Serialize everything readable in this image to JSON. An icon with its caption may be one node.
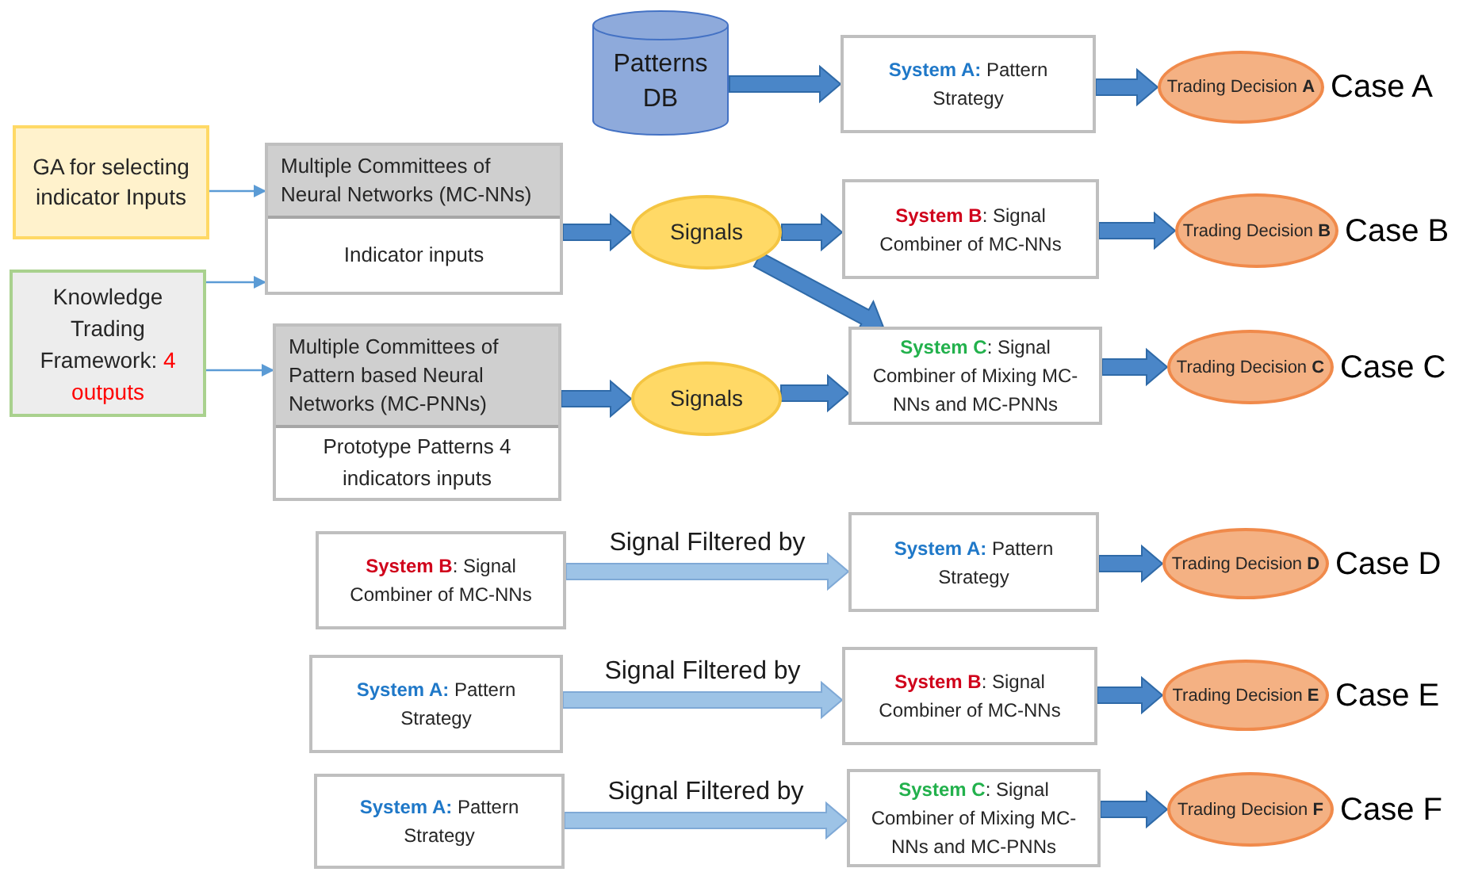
{
  "diagram": {
    "nodes": [
      {
        "text": [
          "GA for selecting indicator Inputs"
        ]
      },
      {
        "text": [
          "Knowledge Trading Framework: **4 outputs**"
        ]
      },
      {
        "text": [
          "Multiple Committees of Neural Networks (MC-NNs)",
          "Indicator inputs"
        ]
      },
      {
        "text": [
          "Multiple Committees of Pattern based Neural Networks (MC-PNNs)",
          "Prototype Patterns 4 indicators inputs"
        ]
      },
      {
        "text": [
          "Patterns DB"
        ]
      },
      {
        "text": [
          "Signals"
        ]
      },
      {
        "text": [
          "Signals"
        ]
      },
      {
        "text": [
          "**System A:** Pattern Strategy"
        ]
      },
      {
        "text": [
          "**System B**: Signal Combiner of MC-NNs"
        ]
      },
      {
        "text": [
          "**System C**: Signal Combiner of Mixing MC-NNs and MC-PNNs"
        ]
      },
      {
        "text": [
          "Trading Decision **A**"
        ],
        "beside": [
          "Case A"
        ]
      },
      {
        "text": [
          "Trading Decision **B**"
        ],
        "beside": [
          "Case B"
        ]
      },
      {
        "text": [
          "Trading Decision **C**"
        ],
        "beside": [
          "Case C"
        ]
      },
      {
        "text": [
          "**System B**: Signal Combiner of MC-NNs"
        ]
      },
      {
        "text": [
          "**System A:** Pattern Strategy"
        ]
      },
      {
        "text": [
          "Trading Decision **D**"
        ],
        "beside": [
          "Case D"
        ]
      },
      {
        "text": [
          "**System A:** Pattern Strategy"
        ]
      },
      {
        "text": [
          "**System B**: Signal Combiner of MC-NNs"
        ]
      },
      {
        "text": [
          "Trading Decision **E**"
        ],
        "beside": [
          "Case E"
        ]
      },
      {
        "text": [
          "**System A:** Pattern Strategy"
        ]
      },
      {
        "text": [
          "**System C**: Signal Combiner of Mixing MC-NNs and MC-PNNs"
        ]
      },
      {
        "text": [
          "Trading Decision **F**"
        ],
        "beside": [
          "Case F"
        ]
      }
    ],
    "edges": [
      {
        "from": 0,
        "to": 2,
        "arrow": "to"
      },
      {
        "from": 1,
        "to": 2,
        "arrow": "to"
      },
      {
        "from": 1,
        "to": 3,
        "arrow": "to"
      },
      {
        "from": 4,
        "to": 7,
        "arrow": "to",
        "style": "thick"
      },
      {
        "from": 2,
        "to": 5,
        "arrow": "to",
        "style": "thick"
      },
      {
        "from": 3,
        "to": 6,
        "arrow": "to",
        "style": "thick"
      },
      {
        "from": 5,
        "to": 8,
        "arrow": "to",
        "style": "thick"
      },
      {
        "from": 5,
        "to": 9,
        "arrow": "to",
        "style": "thick"
      },
      {
        "from": 6,
        "to": 9,
        "arrow": "to",
        "style": "thick"
      },
      {
        "from": 7,
        "to": 10,
        "arrow": "to",
        "style": "thick"
      },
      {
        "from": 8,
        "to": 11,
        "arrow": "to",
        "style": "thick"
      },
      {
        "from": 9,
        "to": 12,
        "arrow": "to",
        "style": "thick"
      },
      {
        "from": 13,
        "to": 14,
        "arrow": "to",
        "style": "thick",
        "color": "#9dc3e6",
        "label": "Signal Filtered by"
      },
      {
        "from": 14,
        "to": 15,
        "arrow": "to",
        "style": "thick"
      },
      {
        "from": 16,
        "to": 17,
        "arrow": "to",
        "style": "thick",
        "color": "#9dc3e6",
        "label": "Signal Filtered by"
      },
      {
        "from": 17,
        "to": 18,
        "arrow": "to",
        "style": "thick"
      },
      {
        "from": 19,
        "to": 20,
        "arrow": "to",
        "style": "thick",
        "color": "#9dc3e6",
        "label": "Signal Filtered by"
      },
      {
        "from": 20,
        "to": 21,
        "arrow": "to",
        "style": "thick"
      }
    ]
  }
}
